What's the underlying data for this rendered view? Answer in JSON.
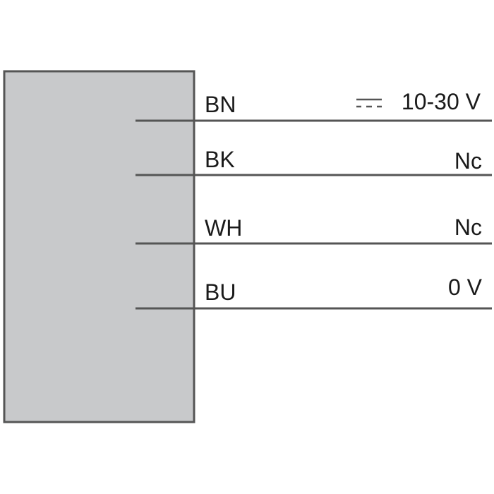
{
  "colors": {
    "housing_fill": "#c8c9cb",
    "housing_stroke": "#555555",
    "wire": "#555555",
    "text": "#1a1a1a"
  },
  "wires": [
    {
      "label": "BN",
      "signal": "10-30 V",
      "dc_symbol": true
    },
    {
      "label": "BK",
      "signal": "Nc",
      "dc_symbol": false
    },
    {
      "label": "WH",
      "signal": "Nc",
      "dc_symbol": false
    },
    {
      "label": "BU",
      "signal": "0 V",
      "dc_symbol": false
    }
  ]
}
